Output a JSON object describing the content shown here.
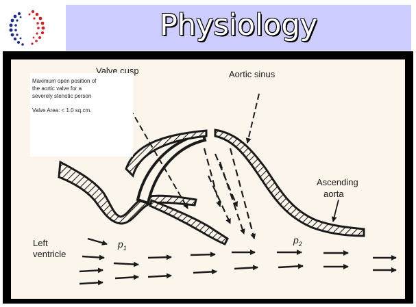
{
  "slide": {
    "title": "Physiology",
    "colors": {
      "title_bar": "#ccccff",
      "frame": "#000000",
      "paper": "#fbf5ec"
    }
  },
  "diagram": {
    "labels": {
      "valve_cusp": "Valve cusp",
      "aortic_sinus": "Aortic sinus",
      "ascending_aorta_1": "Ascending",
      "ascending_aorta_2": "aorta",
      "left_ventricle_1": "Left",
      "left_ventricle_2": "ventricle",
      "p1": "p",
      "p1_sub": "1",
      "p2": "p",
      "p2_sub": "2"
    },
    "note": {
      "line1": "Maximum open position of",
      "line2": "the aortic valve for a",
      "line3": "severely stenotic person",
      "line4": "Valve Area: < 1.0 sq.cm."
    }
  }
}
